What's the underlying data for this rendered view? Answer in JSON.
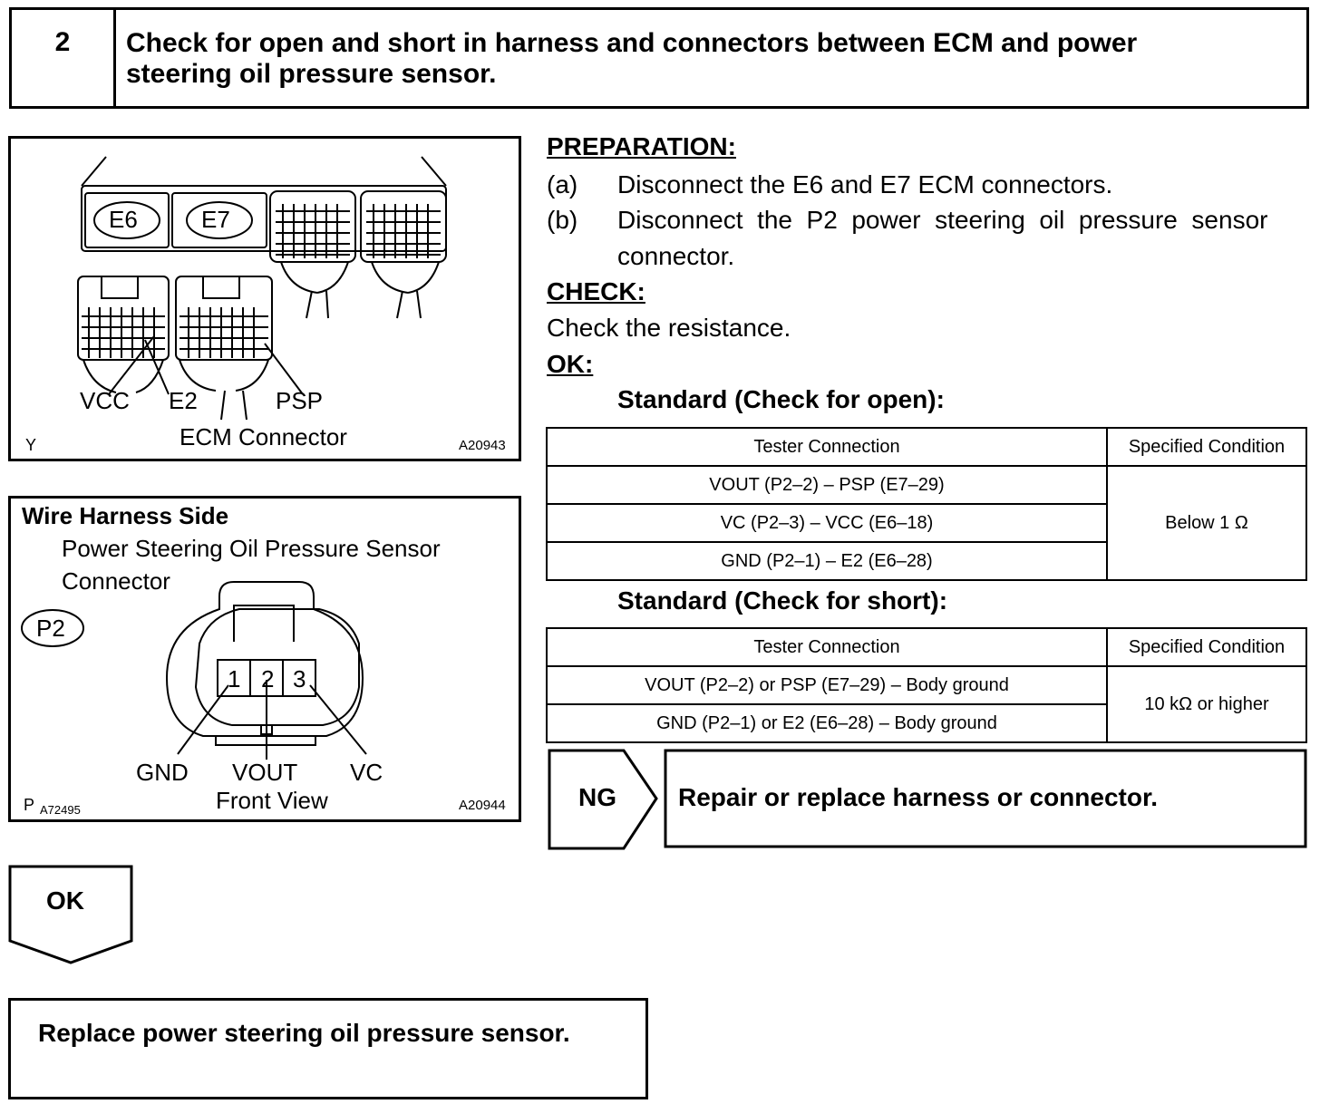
{
  "step": {
    "number": "2",
    "title_line1": "Check for open and short in harness and connectors between ECM and power",
    "title_line2": "steering oil pressure sensor."
  },
  "figure_ecm": {
    "connector_e6": "E6",
    "connector_e7": "E7",
    "label_vcc": "VCC",
    "label_e2": "E2",
    "label_psp": "PSP",
    "caption": "ECM Connector",
    "corner_left": "Y",
    "figure_code": "A20943"
  },
  "figure_sensor": {
    "heading": "Wire Harness Side",
    "title_line1": "Power Steering Oil Pressure Sensor",
    "title_line2": "Connector",
    "connector_id": "P2",
    "pin1": "1",
    "pin2": "2",
    "pin3": "3",
    "label_gnd": "GND",
    "label_vout": "VOUT",
    "label_vc": "VC",
    "caption": "Front View",
    "corner_left": "P",
    "corner_code": "A72495",
    "figure_code": "A20944"
  },
  "preparation": {
    "heading": "PREPARATION:",
    "a_label": "(a)",
    "a_text": "Disconnect the E6 and E7 ECM connectors.",
    "b_label": "(b)",
    "b_text_line1": "Disconnect  the  P2  power  steering  oil  pressure  sensor",
    "b_text_line2": "connector."
  },
  "check": {
    "heading": "CHECK:",
    "text": "Check the resistance."
  },
  "ok_section": {
    "heading": "OK:",
    "standard_open": "Standard (Check for open):",
    "standard_short": "Standard (Check for short):"
  },
  "table_open": {
    "col1": "Tester Connection",
    "col2": "Specified Condition",
    "rows": [
      "VOUT (P2–2) – PSP (E7–29)",
      "VC (P2–3) – VCC (E6–18)",
      "GND (P2–1) – E2 (E6–28)"
    ],
    "condition": "Below 1 Ω"
  },
  "table_short": {
    "col1": "Tester Connection",
    "col2": "Specified Condition",
    "rows": [
      "VOUT (P2–2) or PSP (E7–29) – Body ground",
      "GND (P2–1) or E2 (E6–28) – Body ground"
    ],
    "condition": "10 kΩ or higher"
  },
  "ng": {
    "label": "NG",
    "action": "Repair or replace harness or connector."
  },
  "ok_flow": {
    "label": "OK",
    "action": "Replace power steering oil pressure sensor."
  }
}
